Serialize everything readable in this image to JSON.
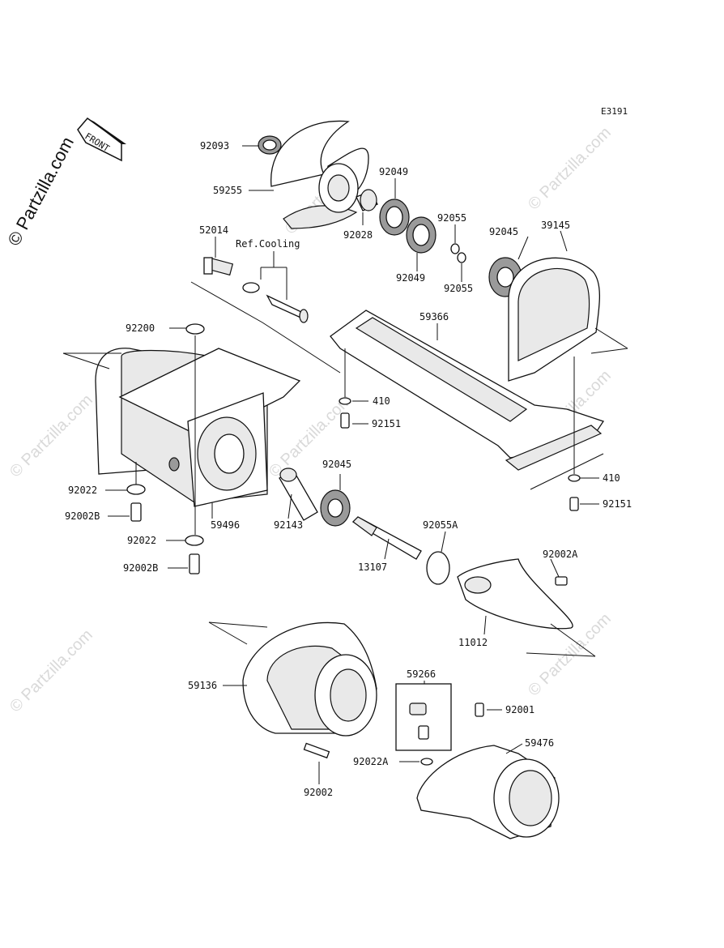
{
  "diagram_code": "E3191",
  "watermark": "© Partzilla.com",
  "copyright": "© Partzilla.com",
  "front_label": "FRONT",
  "note_ref_cooling": "Ref.Cooling",
  "parts": {
    "p92093": "92093",
    "p59255": "59255",
    "p92049a": "92049",
    "p92028": "92028",
    "p92049b": "92049",
    "p92055a": "92055",
    "p92055b": "92055",
    "p92045a": "92045",
    "p39145": "39145",
    "p52014": "52014",
    "p59366": "59366",
    "p92200": "92200",
    "p410a": "410",
    "p92151a": "92151",
    "p92045b": "92045",
    "p410b": "410",
    "p92151b": "92151",
    "p92022a": "92022",
    "p92002Ba": "92002B",
    "p59496": "59496",
    "p92143": "92143",
    "p92055A": "92055A",
    "p92022b": "92022",
    "p92002Bb": "92002B",
    "p13107": "13107",
    "p92002A": "92002A",
    "p11012": "11012",
    "p59266": "59266",
    "p59136": "59136",
    "p92001": "92001",
    "p59476": "59476",
    "p92022A": "92022A",
    "p92002": "92002"
  }
}
